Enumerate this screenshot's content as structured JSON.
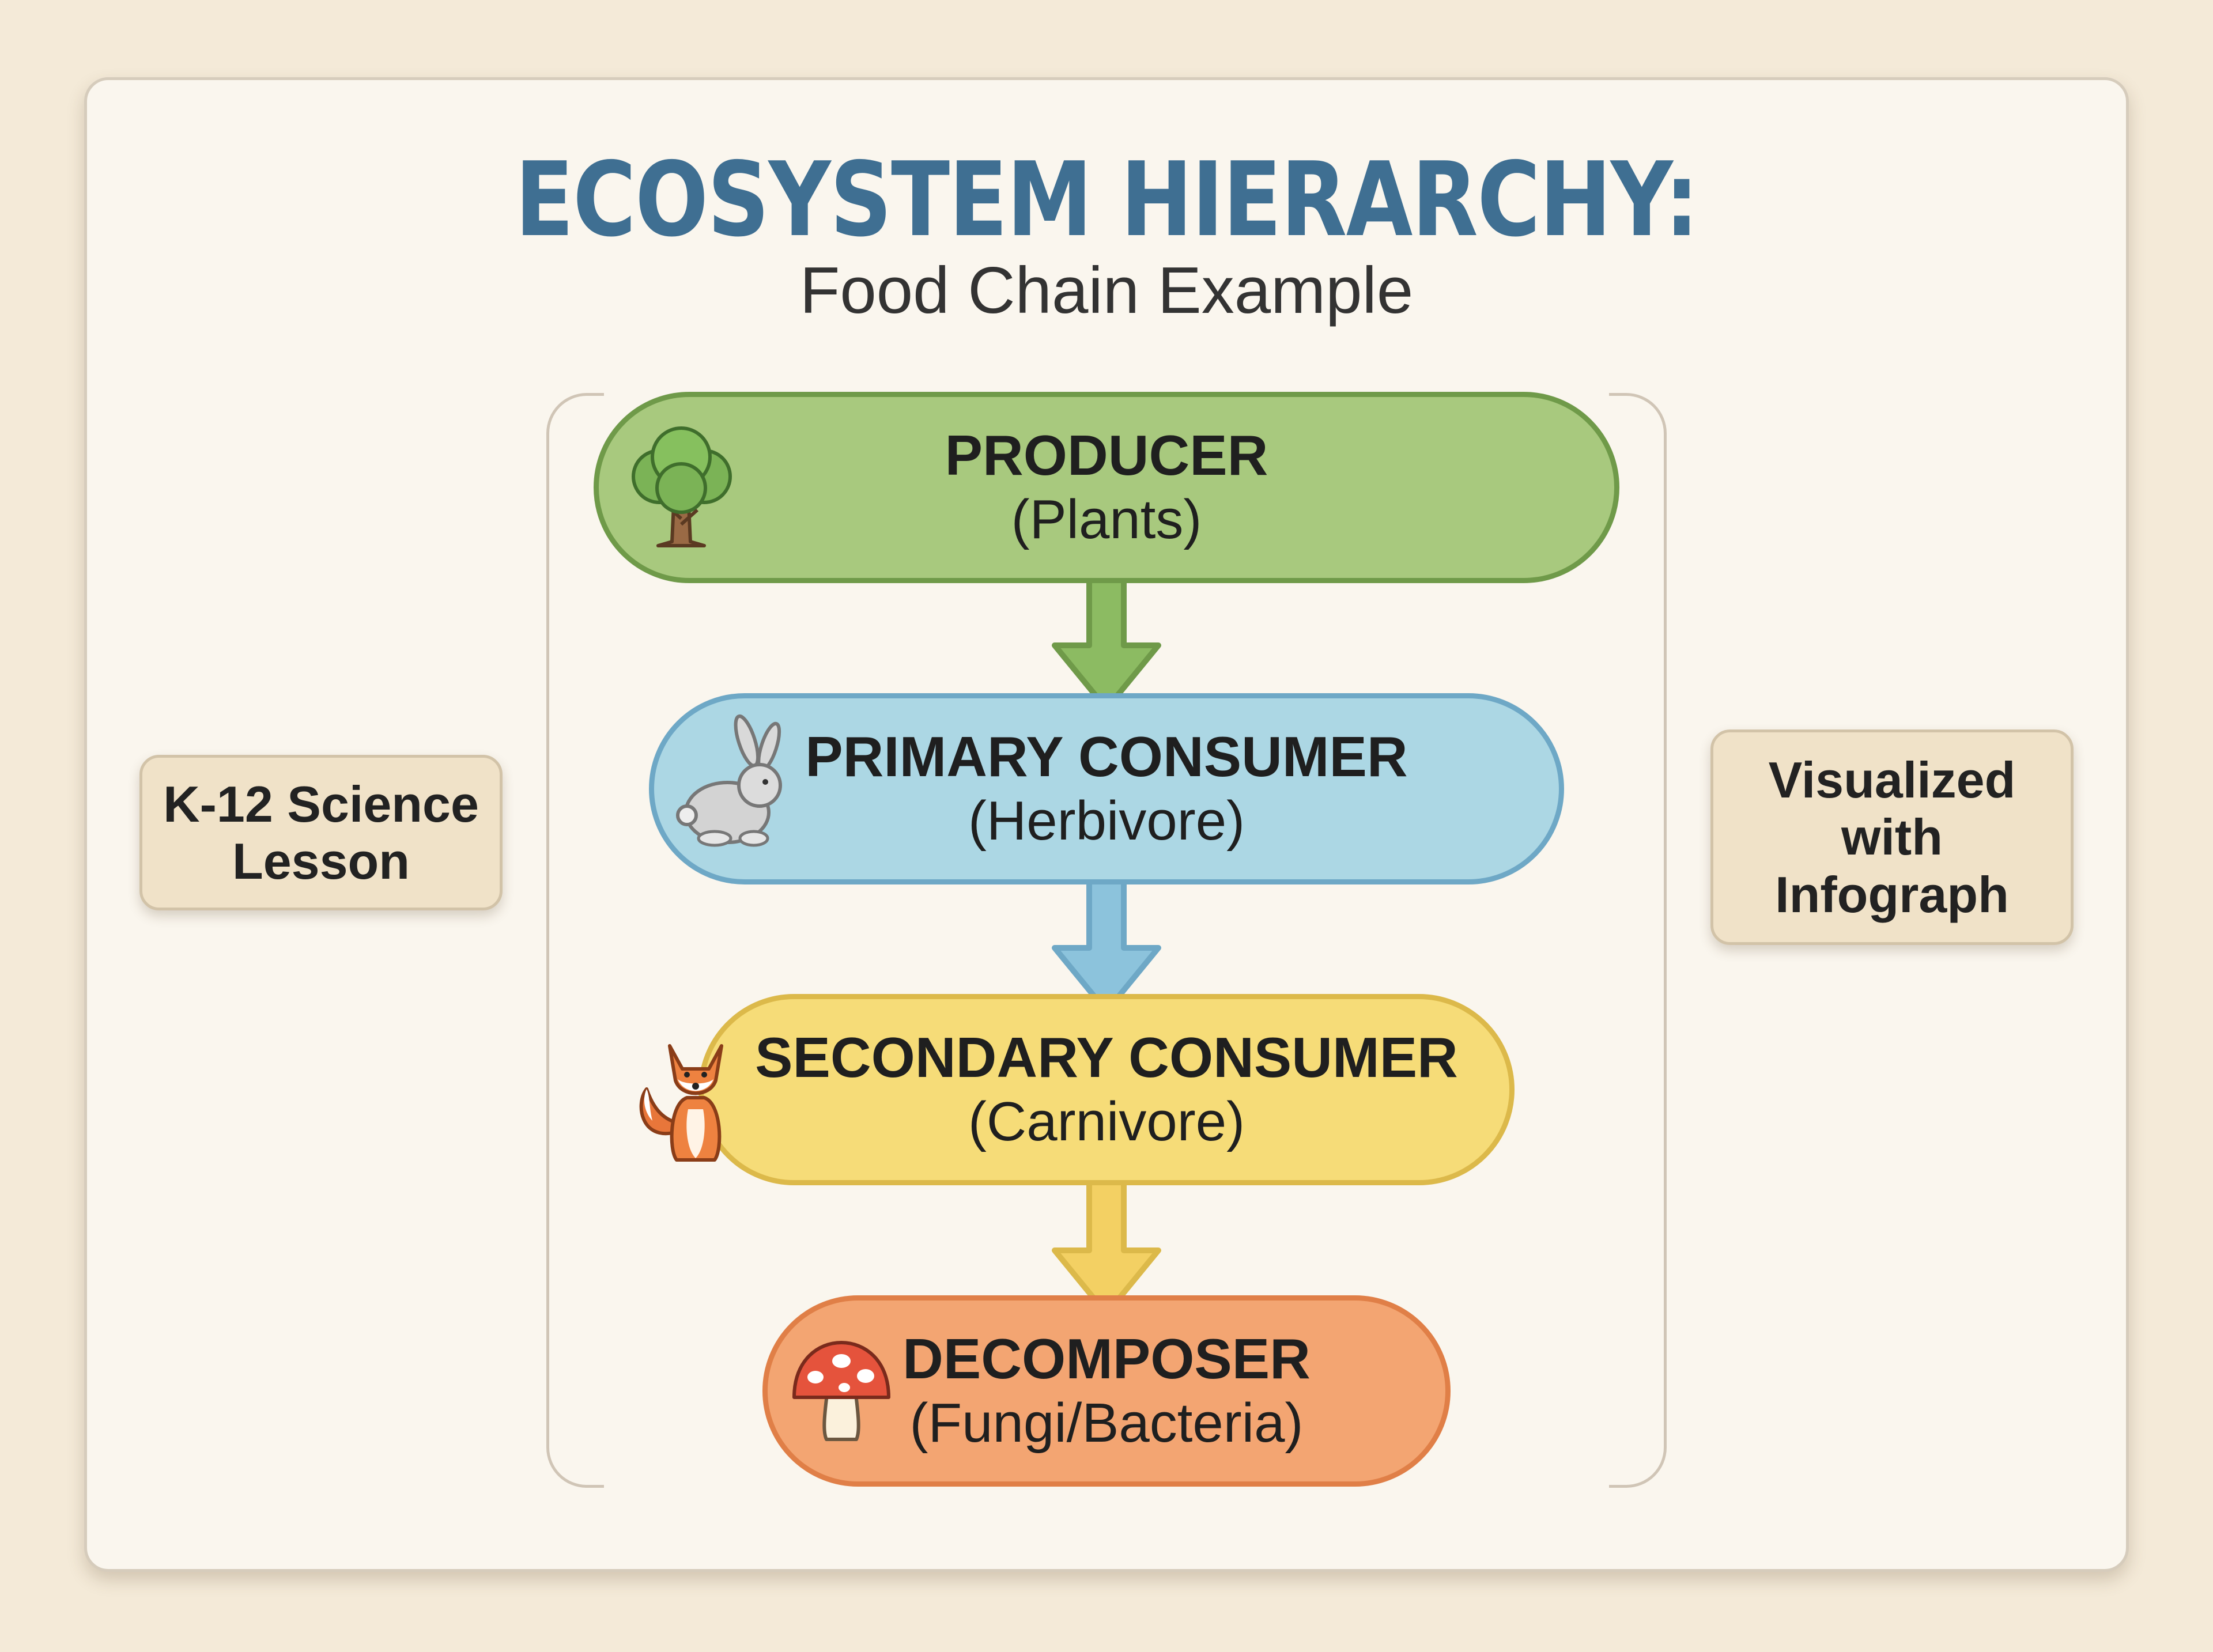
{
  "title": "ECOSYSTEM HIERARCHY:",
  "subtitle": "Food Chain Example",
  "side_notes": {
    "left": [
      "K-12 Science",
      "Lesson"
    ],
    "right": [
      "Visualized",
      "with",
      "Infograph"
    ]
  },
  "levels": [
    {
      "title": "PRODUCER",
      "subtitle": "(Plants)",
      "icon": "tree-icon",
      "color": "#a8c97e",
      "border": "#6f9a49"
    },
    {
      "title": "PRIMARY CONSUMER",
      "subtitle": "(Herbivore)",
      "icon": "rabbit-icon",
      "color": "#acd7e4",
      "border": "#6ea8c6"
    },
    {
      "title": "SECONDARY CONSUMER",
      "subtitle": "(Carnivore)",
      "icon": "fox-icon",
      "color": "#f6dc78",
      "border": "#dcb94a"
    },
    {
      "title": "DECOMPOSER",
      "subtitle": "(Fungi/Bacteria)",
      "icon": "mushroom-icon",
      "color": "#f3a572",
      "border": "#e07f47"
    }
  ],
  "arrows": [
    {
      "icon": "arrow-down-icon",
      "color": "#8cbb62",
      "border": "#6f9a49"
    },
    {
      "icon": "arrow-down-icon",
      "color": "#8cc3dc",
      "border": "#6ea8c6"
    },
    {
      "icon": "arrow-down-icon",
      "color": "#f3d063",
      "border": "#dcb94a"
    }
  ]
}
